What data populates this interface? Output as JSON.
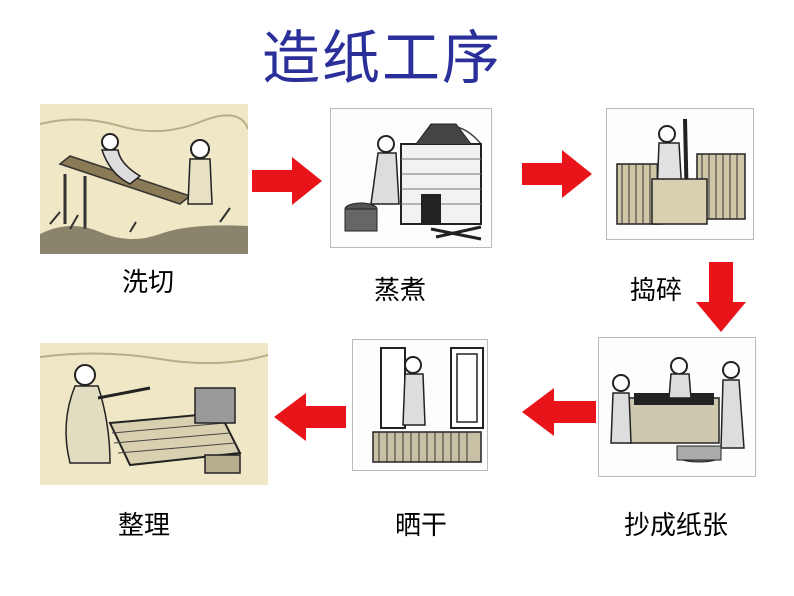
{
  "title": "造纸工序",
  "steps": [
    {
      "label": "洗切"
    },
    {
      "label": "蒸煮"
    },
    {
      "label": "捣碎"
    },
    {
      "label": "抄成纸张"
    },
    {
      "label": "晒干"
    },
    {
      "label": "整理"
    }
  ],
  "colors": {
    "title": "#2a2f9a",
    "arrow": "#e8141a",
    "aged_paper": "#efe7c6",
    "ink": "#222222"
  }
}
